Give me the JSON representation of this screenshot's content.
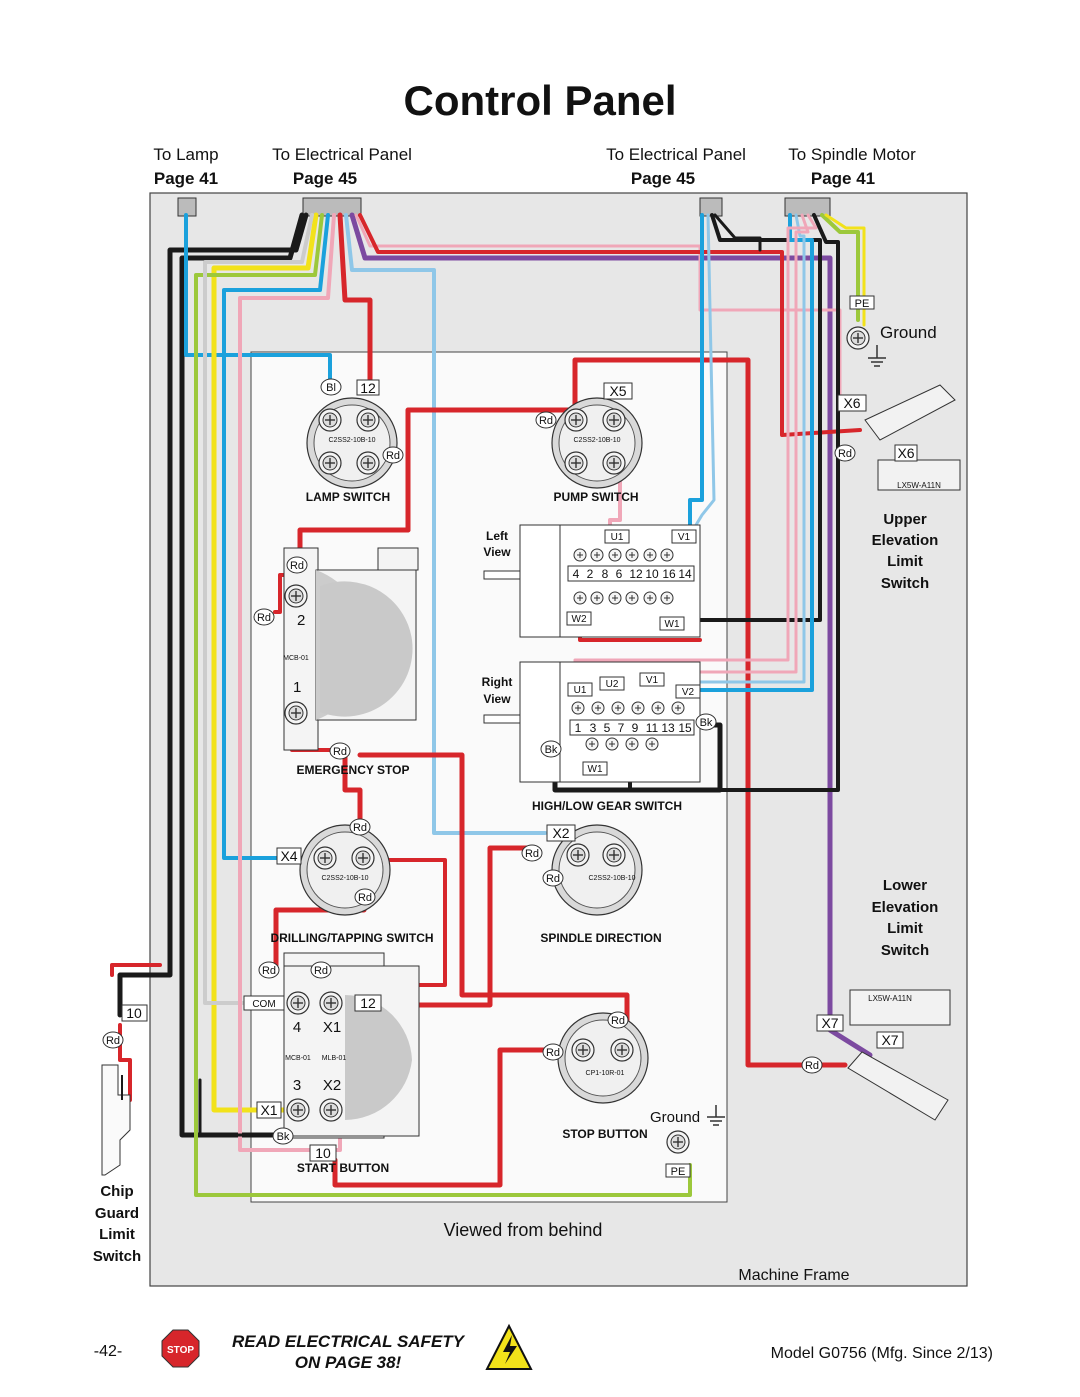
{
  "page": {
    "title": "Control Panel",
    "page_number": "-42-",
    "model": "Model G0756 (Mfg. Since 2/13)",
    "safety_line1": "READ ELECTRICAL SAFETY",
    "safety_line2": "ON PAGE 38!",
    "stop_text": "STOP"
  },
  "top_refs": [
    {
      "label": "To Lamp",
      "page": "Page 41"
    },
    {
      "label": "To Electrical Panel",
      "page": "Page 45"
    },
    {
      "label": "To Electrical Panel",
      "page": "Page 45"
    },
    {
      "label": "To Spindle Motor",
      "page": "Page 41"
    }
  ],
  "labels": {
    "ground_top": "Ground",
    "ground_bottom": "Ground",
    "pe": "PE",
    "viewed": "Viewed from behind",
    "machine_frame": "Machine Frame",
    "left_view_1": "Left",
    "left_view_2": "View",
    "right_view_1": "Right",
    "right_view_2": "View"
  },
  "side_labels": {
    "upper": [
      "Upper",
      "Elevation",
      "Limit",
      "Switch"
    ],
    "lower": [
      "Lower",
      "Elevation",
      "Limit",
      "Switch"
    ],
    "chip": [
      "Chip",
      "Guard",
      "Limit",
      "Switch"
    ]
  },
  "switches": {
    "lamp": "LAMP SWITCH",
    "pump": "PUMP SWITCH",
    "emergency": "EMERGENCY STOP",
    "highlow": "HIGH/LOW GEAR SWITCH",
    "drilling": "DRILLING/TAPPING  SWITCH",
    "direction": "SPINDLE DIRECTION",
    "stop": "STOP BUTTON",
    "start": "START BUTTON"
  },
  "parts": {
    "c2ss2": "C2SS2-10B-10",
    "mcb": "MCB-01",
    "mlb": "MLB-01",
    "cp1": "CP1-10R-01",
    "lx5w": "LX5W-A11N"
  },
  "terminals": {
    "n12": "12",
    "x5": "X5",
    "x6": "X6",
    "x4": "X4",
    "x2": "X2",
    "x7": "X7",
    "x1": "X1",
    "n10": "10",
    "n2": "2",
    "n1": "1",
    "n4": "4",
    "n3": "3",
    "u1": "U1",
    "v1": "V1",
    "w1": "W1",
    "w2": "W2",
    "u2": "U2",
    "v2": "V2",
    "com": "COM"
  },
  "wire_tags": {
    "rd": "Rd",
    "bl": "Bl",
    "bk": "Bk"
  },
  "terminal_rows": {
    "left": [
      "4",
      "2",
      "8",
      "6",
      "12",
      "10",
      "16",
      "14"
    ],
    "right": [
      "1",
      "3",
      "5",
      "7",
      "9",
      "11",
      "13",
      "15"
    ]
  },
  "colors": {
    "red": "#d7262b",
    "blue": "#1ba1dc",
    "black": "#1a1a1a",
    "yellow": "#f2e21a",
    "green": "#9cc83b",
    "pink": "#f0a7b8",
    "purple": "#7c4aa0",
    "lightblue": "#8fc7e8",
    "gray": "#e6e6e6"
  }
}
